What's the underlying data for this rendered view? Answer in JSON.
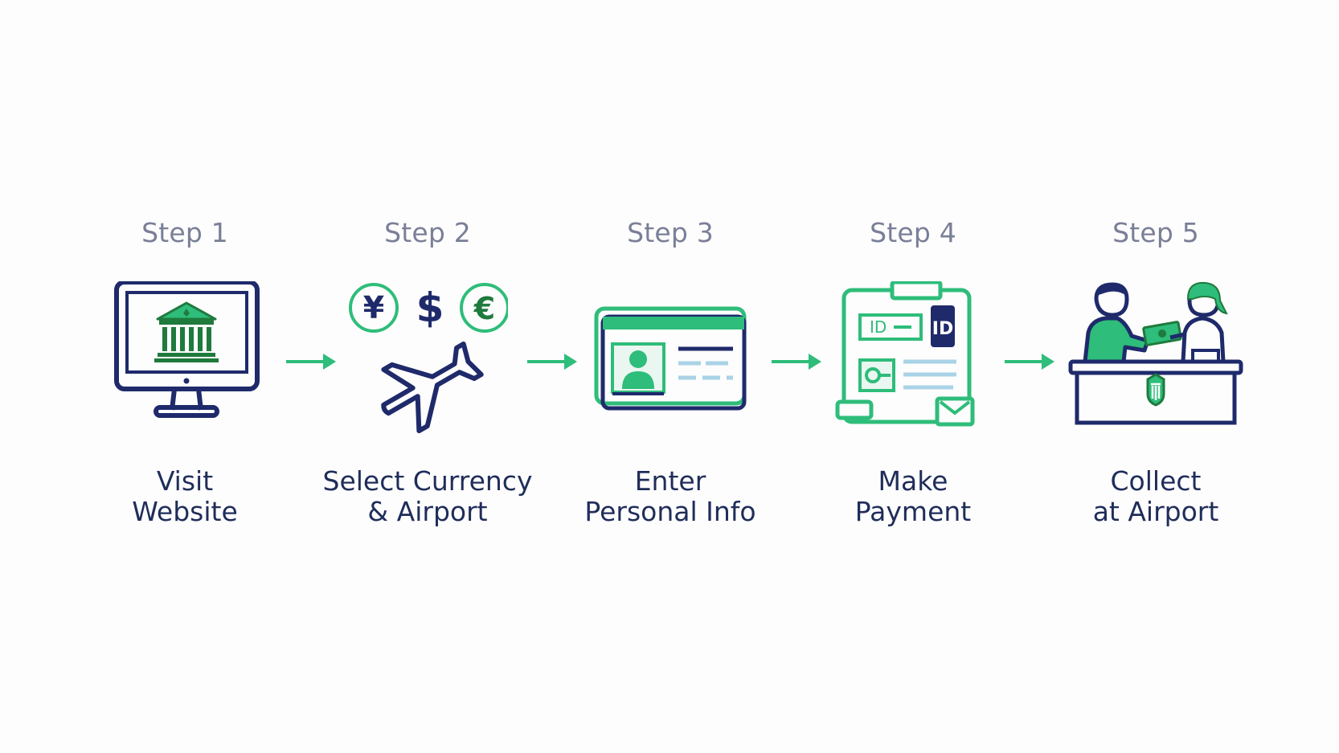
{
  "colors": {
    "navy": "#1f2a6b",
    "green": "#2ebd7a",
    "dark_green": "#1f7a3d",
    "step_gray": "#7a7f98",
    "label": "#1f2d5a",
    "background": "#fdfdfd"
  },
  "steps": [
    {
      "number": "Step 1",
      "icon": "monitor-bank-icon",
      "label_line1": "Visit",
      "label_line2": "Website"
    },
    {
      "number": "Step 2",
      "icon": "currency-airplane-icon",
      "label_line1": "Select Currency",
      "label_line2": "& Airport",
      "currency_symbols": [
        "¥",
        "$",
        "€"
      ]
    },
    {
      "number": "Step 3",
      "icon": "id-card-icon",
      "label_line1": "Enter",
      "label_line2": "Personal Info"
    },
    {
      "number": "Step 4",
      "icon": "payment-form-icon",
      "label_line1": "Make",
      "label_line2": "Payment",
      "id_marks": [
        "ID",
        "ID"
      ]
    },
    {
      "number": "Step 5",
      "icon": "airport-counter-icon",
      "label_line1": "Collect",
      "label_line2": "at Airport"
    }
  ],
  "arrows": [
    "arrow-right-icon",
    "arrow-right-icon",
    "arrow-right-icon",
    "arrow-right-icon"
  ]
}
